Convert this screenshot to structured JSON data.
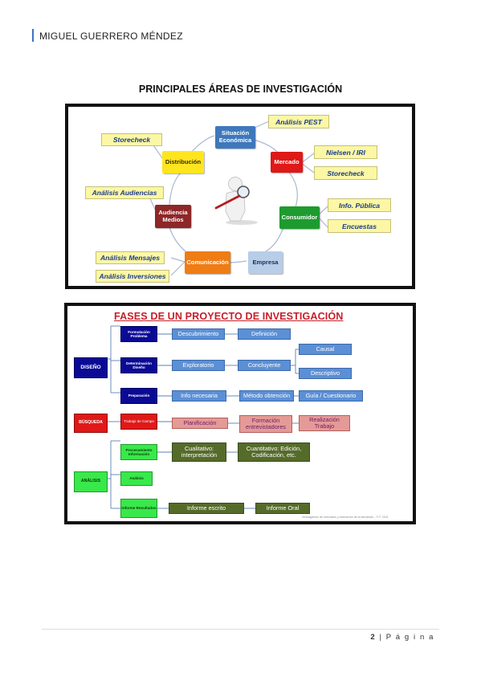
{
  "header": {
    "author": "MIGUEL GUERRERO MÉNDEZ"
  },
  "page_title": "PRINCIPALES ÁREAS DE INVESTIGACIÓN",
  "areas_diagram": {
    "nodes": {
      "situacion": "Situación Económica",
      "mercado": "Mercado",
      "consumidor": "Consumidor",
      "empresa": "Empresa",
      "comunicacion": "Comunicación",
      "audiencia": "Audiencia Medios",
      "distribucion": "Distribución"
    },
    "tags": {
      "pest": "Análisis PEST",
      "nielsen": "Nielsen / IRI",
      "storecheck_right": "Storecheck",
      "info_publica": "Info. Pública",
      "encuestas": "Encuestas",
      "storecheck_left": "Storecheck",
      "audiencias": "Análisis Audiencias",
      "mensajes": "Análisis Mensajes",
      "inversiones": "Análisis Inversiones"
    }
  },
  "fases_diagram": {
    "title": "FASES DE UN PROYECTO DE INVESTIGACIÓN",
    "phases": {
      "diseno": "DISEÑO",
      "busqueda": "BÚSQUEDA",
      "analisis": "ANÁLISIS"
    },
    "steps": {
      "formulacion": "Formulación Problema",
      "determinacion": "Determinación Diseño",
      "preparacion": "Preparación",
      "trabajo": "Trabajo de Campo",
      "procesamiento": "Procesamiento Información",
      "analisis": "Análisis",
      "informe": "Informe Resultados"
    },
    "boxes": {
      "descubrimiento": "Descubrimiento",
      "definicion": "Definición",
      "exploratorio": "Exploratorio",
      "concluyente": "Concluyente",
      "causal": "Causal",
      "descriptivo": "Descriptivo",
      "info_necesaria": "Info necesaria",
      "metodo": "Método obtención",
      "guia": "Guía / Cuestionario",
      "planificacion": "Planificación",
      "formacion": "Formación entrevistadores",
      "realizacion": "Realización Trabajo",
      "cualitativo": "Cualitativo: interpretación",
      "cuantitativo": "Cuantitativo: Edición, Codificación, etc.",
      "informe_escrito": "Informe escrito",
      "informe_oral": "Informe Oral"
    },
    "source_note": "Investigación de mercados y estimación de la demanda – © F. 2011"
  },
  "footer": {
    "page_number": "2",
    "separator": "|",
    "page_label": "P á g i n a"
  }
}
